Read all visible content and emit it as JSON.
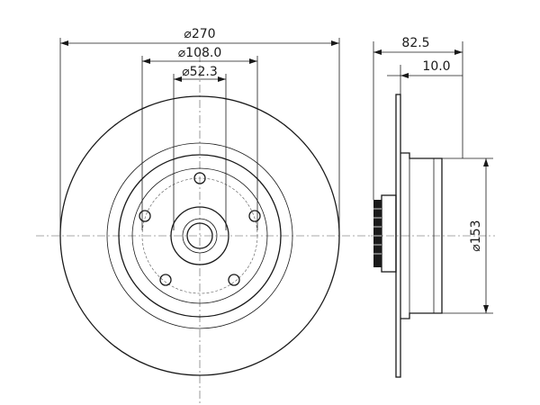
{
  "dimensions": {
    "outer_diameter": "⌀270",
    "pcd_diameter": "⌀108.0",
    "center_bore": "⌀52.3",
    "total_height": "82.5",
    "disc_thickness": "10.0",
    "hub_diameter": "⌀153"
  },
  "colors": {
    "line": "#1a1a1a",
    "centerline": "#555555",
    "background": "#ffffff"
  }
}
